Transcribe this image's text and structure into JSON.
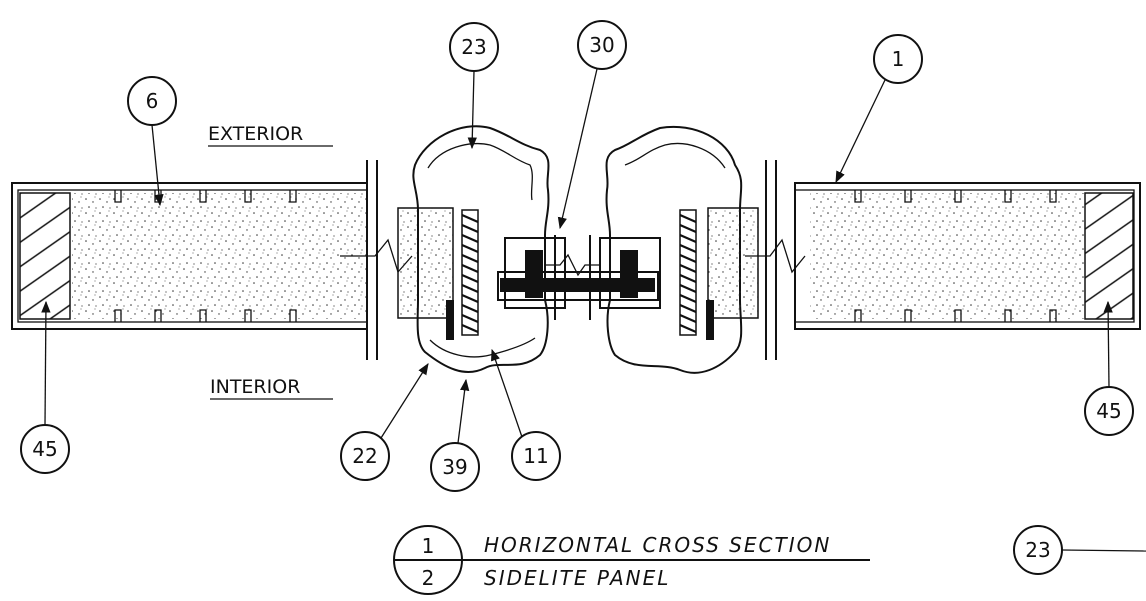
{
  "labels": {
    "exterior": "EXTERIOR",
    "interior": "INTERIOR"
  },
  "callouts": {
    "c6": "6",
    "c23_top": "23",
    "c30": "30",
    "c1": "1",
    "c45_left": "45",
    "c22": "22",
    "c39": "39",
    "c11": "11",
    "c45_right": "45",
    "c23_bottom": "23"
  },
  "title_block": {
    "detail_number": "1",
    "sheet_number": "2",
    "title": "HORIZONTAL CROSS SECTION",
    "subtitle": "SIDELITE PANEL"
  },
  "colors": {
    "ink": "#111111",
    "paper": "#ffffff"
  }
}
